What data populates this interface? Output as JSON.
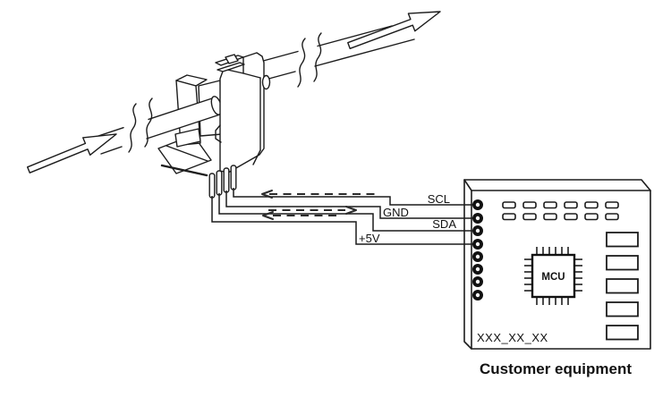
{
  "diagram": {
    "caption": "Customer equipment",
    "board_text": "XXX_XX_XX",
    "mcu_label": "MCU",
    "signals": {
      "scl": "SCL",
      "gnd": "GND",
      "sda": "SDA",
      "plus5v": "+5V"
    },
    "colors": {
      "line": "#1c1c1c",
      "background": "#ffffff"
    }
  }
}
